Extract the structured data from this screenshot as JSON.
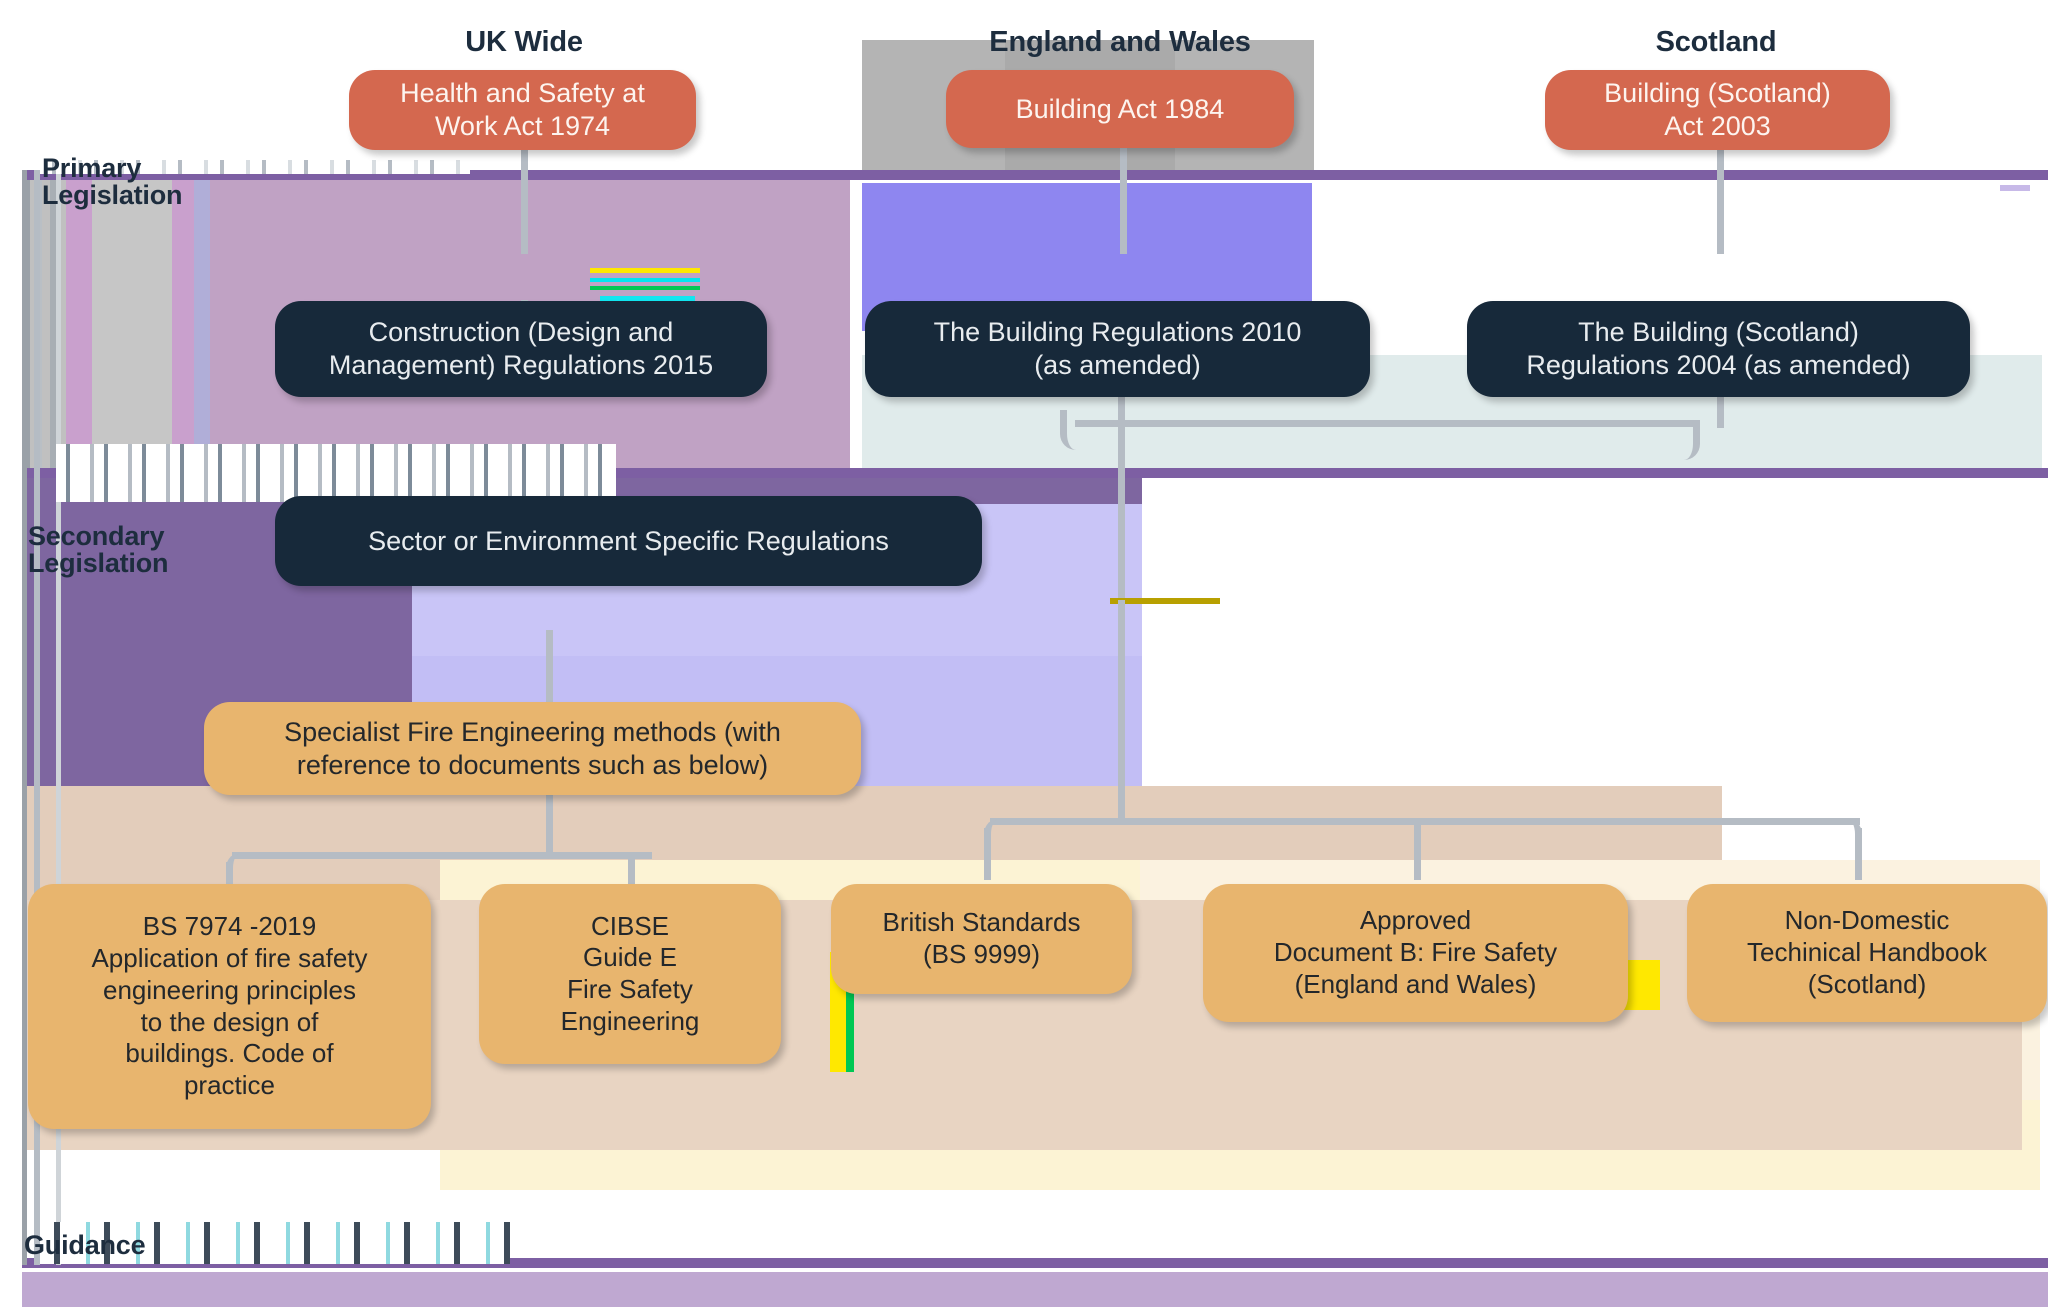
{
  "diagram": {
    "title": "UK Fire Safety Legislation and Guidance Hierarchy",
    "colors": {
      "primary_node": "#d4684f",
      "secondary_node": "#17293a",
      "guidance_node": "#e8b56e",
      "band_rule": "#7d5fa3",
      "band_mauve": "#c0a2c4",
      "band_purple": "#7e66a0",
      "band_lavender": "#c2bef5",
      "band_periwinkle": "#8e86f0",
      "band_pale_teal": "#e0ebeb",
      "band_grey": "#c0c0c0",
      "connector": "#b5bcc4",
      "label_text": "#1d2d3e"
    },
    "column_headers": [
      {
        "id": "uk-wide",
        "label": "UK Wide"
      },
      {
        "id": "england-wales",
        "label": "England and Wales"
      },
      {
        "id": "scotland",
        "label": "Scotland"
      }
    ],
    "row_labels": [
      {
        "id": "primary",
        "label": "Primary\nLegislation"
      },
      {
        "id": "secondary",
        "label": "Secondary\nLegislation"
      },
      {
        "id": "guidance",
        "label": "Guidance"
      }
    ],
    "nodes": {
      "primary": [
        {
          "id": "hswa-1974",
          "label": "Health and Safety at\nWork Act 1974"
        },
        {
          "id": "building-act-1984",
          "label": "Building Act 1984"
        },
        {
          "id": "building-scotland-act-2003",
          "label": "Building (Scotland)\nAct 2003"
        }
      ],
      "secondary": [
        {
          "id": "cdm-2015",
          "label": "Construction (Design and\nManagement) Regulations 2015"
        },
        {
          "id": "building-regs-2010",
          "label": "The Building Regulations 2010\n(as amended)"
        },
        {
          "id": "building-scotland-regs-2004",
          "label": "The Building (Scotland)\nRegulations 2004 (as amended)"
        },
        {
          "id": "sector-specific-regs",
          "label": "Sector or Environment Specific Regulations"
        }
      ],
      "guidance": [
        {
          "id": "specialist-fire-engineering",
          "label": "Specialist Fire Engineering methods (with\nreference to documents such as below)"
        },
        {
          "id": "bs-7974-2019",
          "label": "BS 7974 -2019\nApplication of fire safety\nengineering principles\nto the design of\nbuildings. Code of\npractice"
        },
        {
          "id": "cibse-guide-e",
          "label": "CIBSE\nGuide E\nFire Safety\nEngineering"
        },
        {
          "id": "bs-9999",
          "label": "British Standards\n(BS 9999)"
        },
        {
          "id": "approved-document-b",
          "label": "Approved\nDocument B: Fire Safety\n(England and Wales)"
        },
        {
          "id": "non-domestic-technical-handbook",
          "label": "Non-Domestic\nTechinical Handbook\n(Scotland)"
        }
      ]
    }
  }
}
